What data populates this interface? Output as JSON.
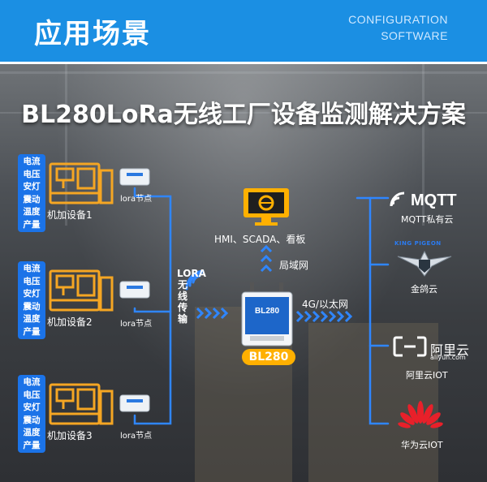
{
  "header": {
    "title": "应用场景",
    "subtitle_line1": "CONFIGURATION",
    "subtitle_line2": "SOFTWARE"
  },
  "main_title": "BL280LoRa无线工厂设备监测解决方案",
  "machines": [
    {
      "label": "机加设备1",
      "metrics": [
        "电流",
        "电压",
        "安灯",
        "震动",
        "温度",
        "产量"
      ]
    },
    {
      "label": "机加设备2",
      "metrics": [
        "电流",
        "电压",
        "安灯",
        "震动",
        "温度",
        "产量"
      ]
    },
    {
      "label": "机加设备3",
      "metrics": [
        "电流",
        "电压",
        "安灯",
        "震动",
        "温度",
        "产量"
      ]
    }
  ],
  "sensor_label": "lora节点",
  "lora_link_label": "LORA无线传输",
  "gateway": {
    "name": "BL280",
    "device_text": "BL280"
  },
  "hmi_label": "HMI、SCADA、看板",
  "lan_label": "局域网",
  "wan_label": "4G/以太网",
  "clouds": {
    "mqtt": {
      "logo": "MQTT",
      "label": "MQTT私有云"
    },
    "kingpigeon": {
      "logo_text": "KING PIGEON",
      "label": "金鸽云"
    },
    "aliyun": {
      "logo_text": "阿里云",
      "logo_sub": "aliyun.com",
      "label": "阿里云IOT"
    },
    "huawei": {
      "label": "华为云IOT"
    }
  },
  "colors": {
    "header_blue": "#1b8fe3",
    "metric_blue": "#1b73e8",
    "machine_orange": "#f5a623",
    "line_blue": "#2f86ff",
    "gateway_label": "#ffb000",
    "huawei_red": "#e8202a"
  }
}
